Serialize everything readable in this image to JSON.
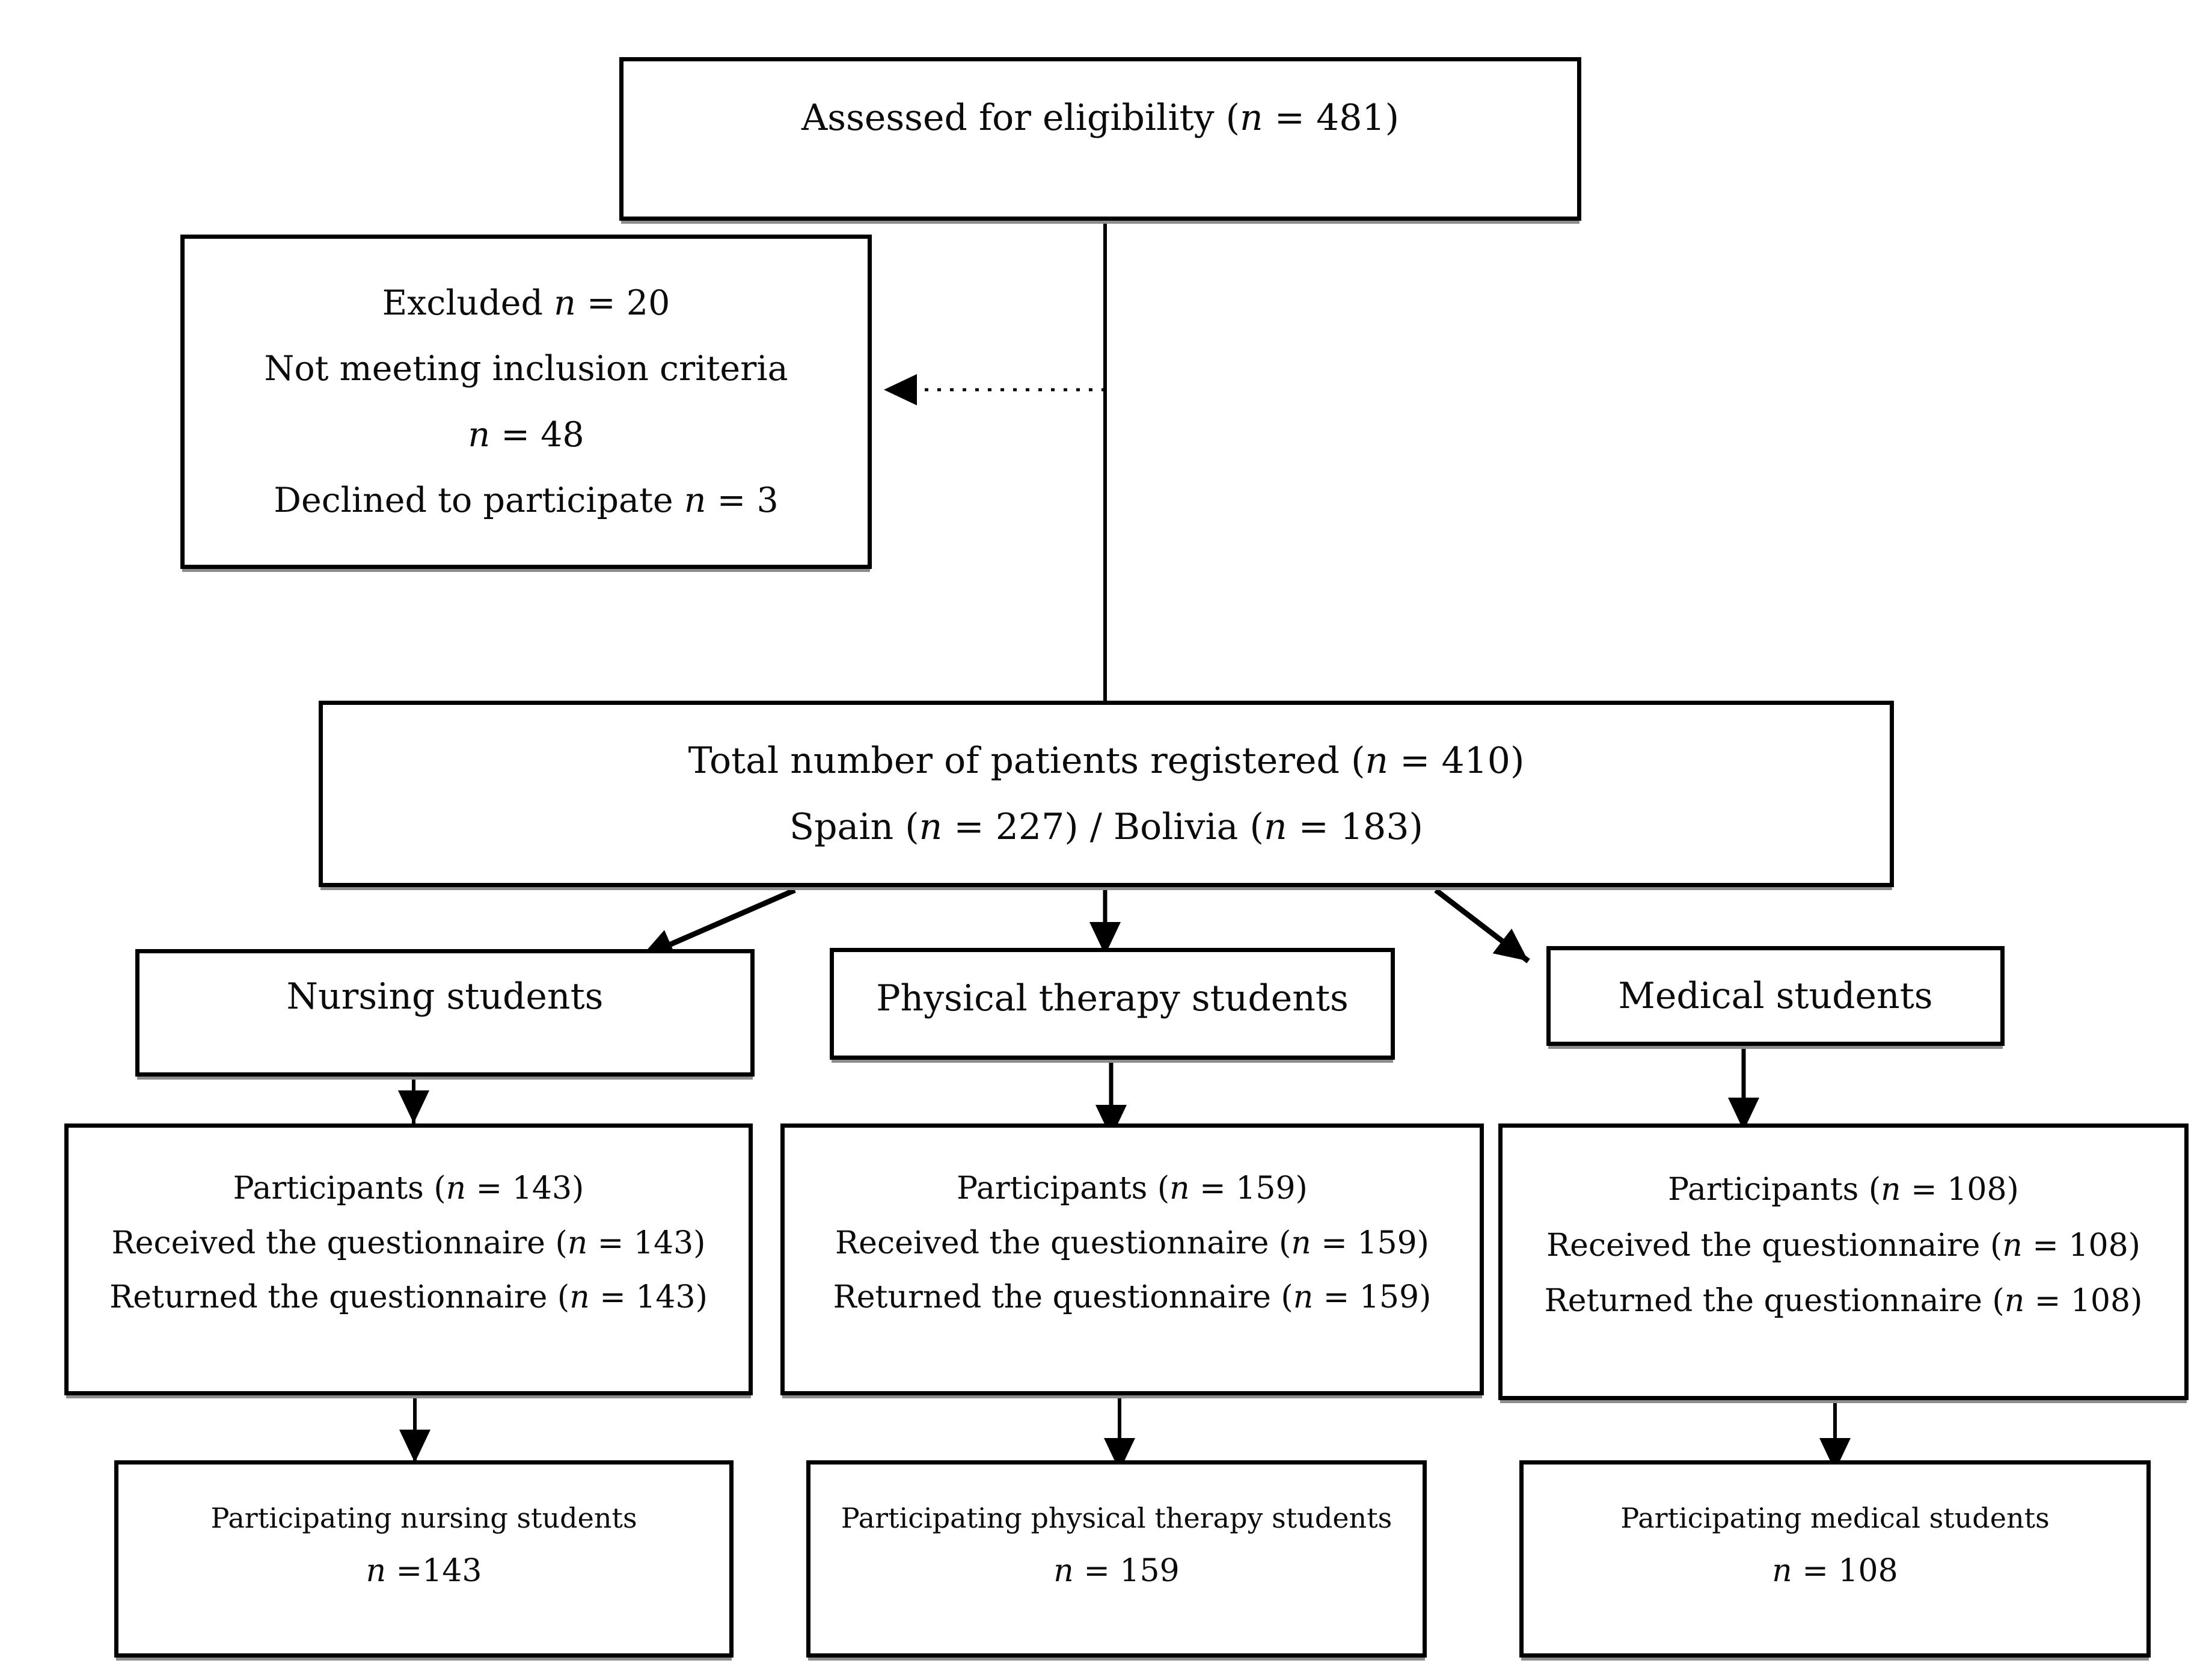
{
  "flow": {
    "assessed": "Assessed for eligibility (n = 481)",
    "excluded_lines": [
      "Excluded n = 20",
      "Not meeting inclusion criteria",
      "n = 48",
      "Declined to participate n = 3"
    ],
    "total_lines": [
      "Total number of patients registered (n = 410)",
      "Spain (n = 227) / Bolivia (n = 183)"
    ],
    "branches": [
      {
        "title": "Nursing students",
        "details": [
          "Participants (n = 143)",
          "Received the questionnaire (n = 143)",
          "Returned the questionnaire (n = 143)"
        ],
        "result_title": "Participating nursing students",
        "result_n": "n =143"
      },
      {
        "title": "Physical therapy students",
        "details": [
          "Participants (n = 159)",
          "Received the questionnaire (n = 159)",
          "Returned the questionnaire (n = 159)"
        ],
        "result_title": "Participating physical therapy students",
        "result_n": "n = 159"
      },
      {
        "title": "Medical students",
        "details": [
          "Participants (n = 108)",
          "Received the questionnaire (n = 108)",
          "Returned the questionnaire (n = 108)"
        ],
        "result_title": "Participating medical students",
        "result_n": "n = 108"
      }
    ]
  }
}
